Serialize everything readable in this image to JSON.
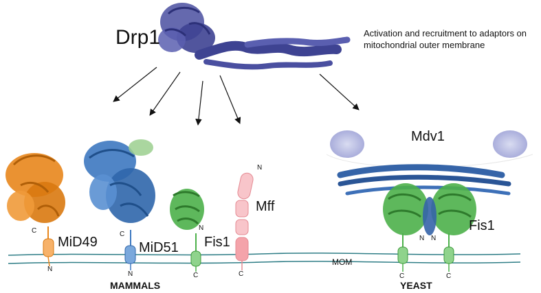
{
  "title": "Drp1",
  "note": "Activation and recruitment to adaptors on mitochondrial outer membrane",
  "membrane_label": "MOM",
  "groups": {
    "left": "MAMMALS",
    "right": "YEAST"
  },
  "adaptors": {
    "mid49": "MiD49",
    "mid51": "MiD51",
    "fis1": "Fis1",
    "mff": "Mff",
    "mdv1": "Mdv1",
    "yeast_fis1": "Fis1"
  },
  "termini": {
    "mid49_c": "C",
    "mid49_n": "N",
    "mid51_c": "C",
    "mid51_n": "N",
    "fis1_n": "N",
    "fis1_c": "C",
    "mff_n": "N",
    "mff_c": "C",
    "yeast_n1": "N",
    "yeast_n2": "N",
    "yeast_c1": "C",
    "yeast_c2": "C"
  },
  "colors": {
    "drp1": "#4a4fa0",
    "mid49": "#e8861c",
    "mid51": "#3d78c0",
    "fis1": "#4cb04a",
    "mff": "#f4a3aa",
    "mdv1": "#3564a8",
    "membrane": "#2e7d86",
    "ellipse": "#b9bde0"
  },
  "icons": [
    "protein-structure-icon",
    "arrow-icon",
    "membrane-icon",
    "anchor-icon"
  ]
}
